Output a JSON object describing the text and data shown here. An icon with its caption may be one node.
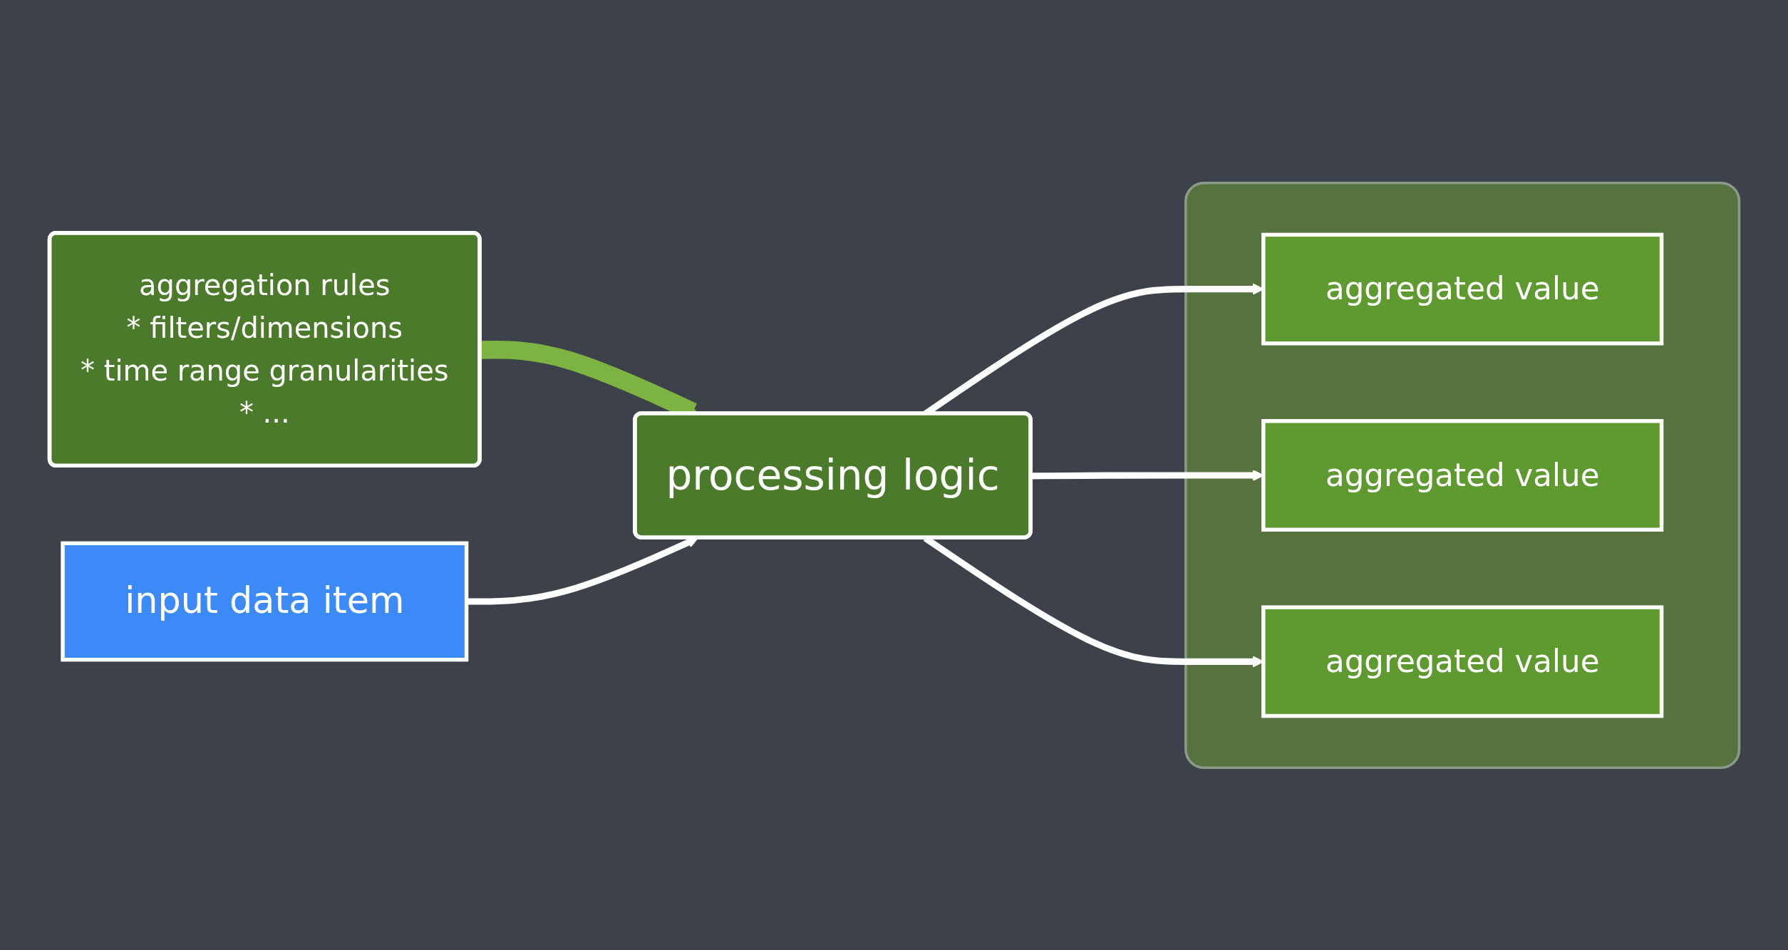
{
  "diagram": {
    "nodes": [
      {
        "text": [
          "aggregation rules",
          "* filters/dimensions",
          "* time range granularities",
          "* ..."
        ]
      },
      {
        "text": [
          "input data item"
        ]
      },
      {
        "text": [
          "processing logic"
        ]
      },
      {
        "text": [],
        "shape": "box"
      },
      {
        "text": [
          "aggregated value"
        ],
        "in": 3
      },
      {
        "text": [
          "aggregated value"
        ],
        "in": 3
      },
      {
        "text": [
          "aggregated value"
        ],
        "in": 3
      }
    ],
    "edges": [
      {
        "from": 0,
        "to": 2,
        "arrow": "to",
        "style": "thick",
        "color": "#7cb342"
      },
      {
        "from": 1,
        "to": 2,
        "arrow": "to"
      },
      {
        "from": 2,
        "to": 4,
        "arrow": "to"
      },
      {
        "from": 2,
        "to": 5,
        "arrow": "to"
      },
      {
        "from": 2,
        "to": 6,
        "arrow": "to"
      }
    ]
  }
}
